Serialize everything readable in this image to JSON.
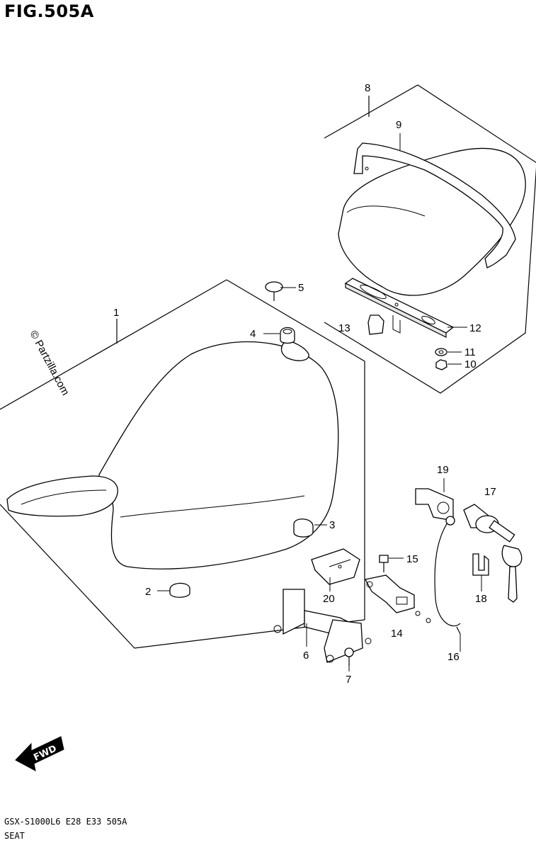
{
  "figure": {
    "title": "FIG.505A",
    "model_code": "GSX-S1000L6  E28  E33  505A",
    "section_name": "SEAT",
    "watermark": "© Partzilla.com",
    "fwd_label": "FWD"
  },
  "callouts": [
    "1",
    "2",
    "3",
    "4",
    "5",
    "6",
    "7",
    "8",
    "9",
    "10",
    "11",
    "12",
    "13",
    "14",
    "15",
    "16",
    "17",
    "18",
    "19",
    "20"
  ]
}
